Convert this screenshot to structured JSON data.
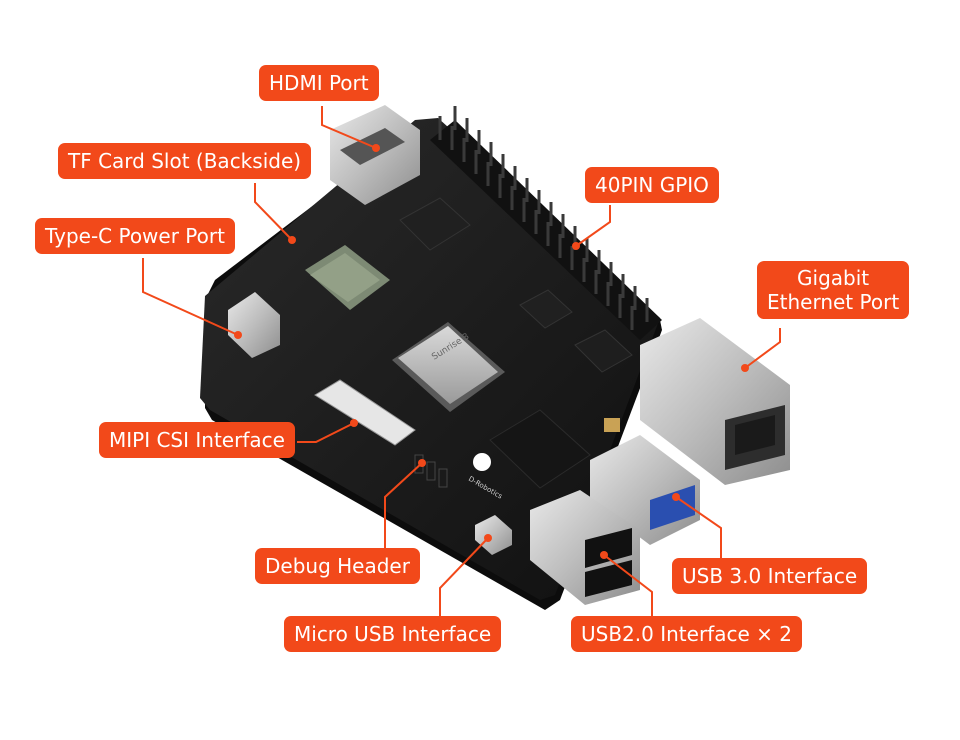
{
  "board": {
    "brand_mark": "D-Robotics",
    "chip_mark": "Sunrise 3"
  },
  "callouts": {
    "hdmi": "HDMI Port",
    "tf_card": "TF Card Slot (Backside)",
    "type_c": "Type-C Power Port",
    "gpio": "40PIN GPIO",
    "ethernet_line1": "Gigabit",
    "ethernet_line2": "Ethernet Port",
    "mipi": "MIPI CSI Interface",
    "debug": "Debug Header",
    "micro_usb": "Micro USB Interface",
    "usb3": "USB 3.0 Interface",
    "usb2": "USB2.0 Interface × 2"
  },
  "colors": {
    "accent": "#f2491a",
    "board": "#1b1b1b",
    "leader": "#f2491a"
  }
}
